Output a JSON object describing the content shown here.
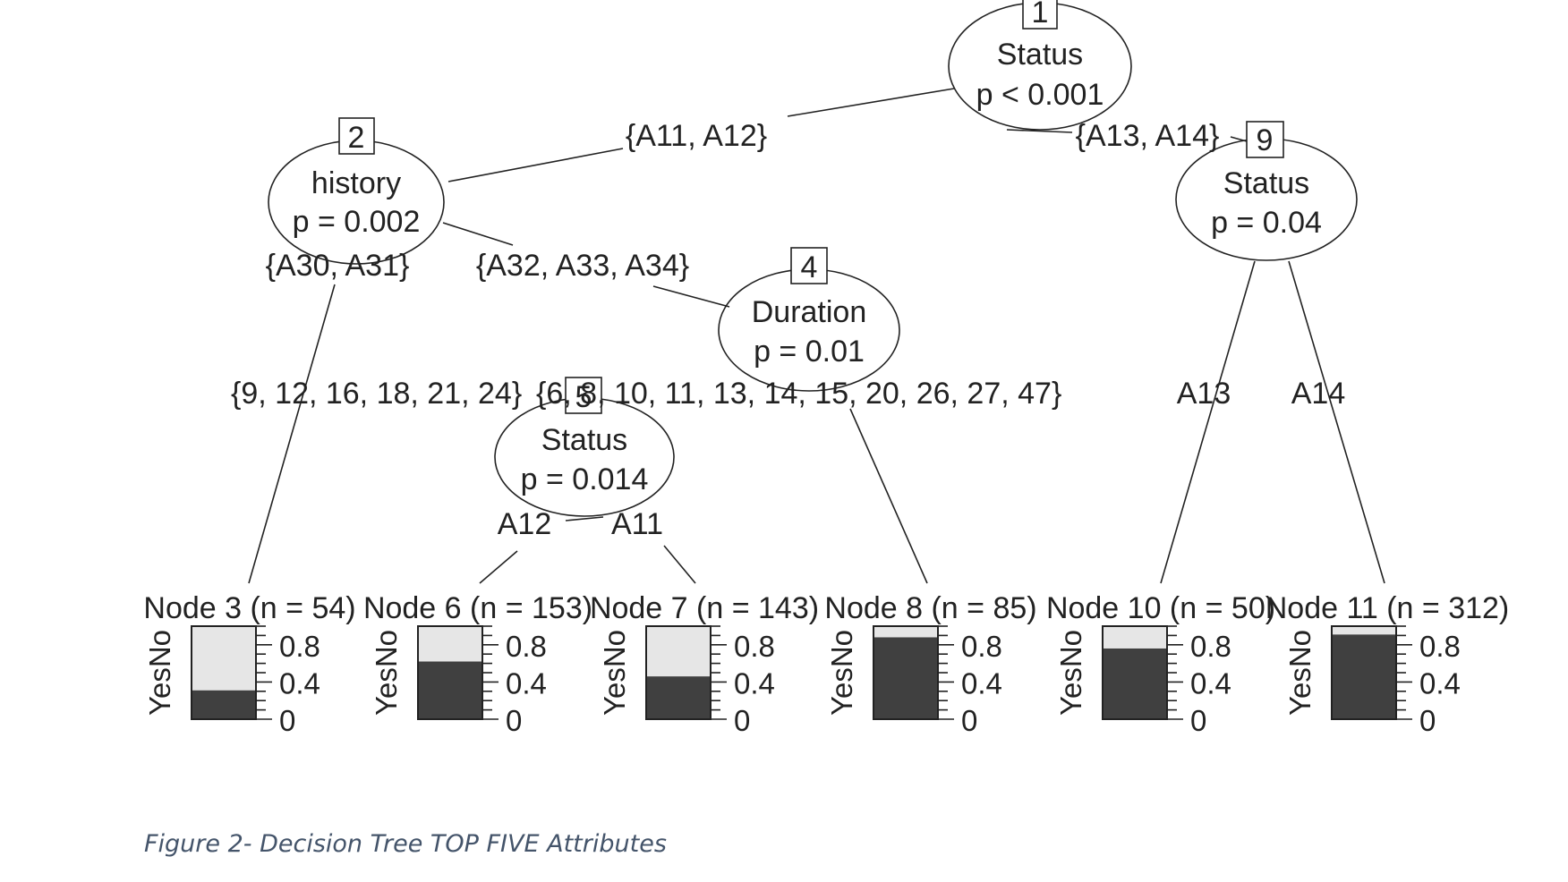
{
  "caption": "Figure 2- Decision Tree TOP FIVE Attributes",
  "colors": {
    "line": "#222222",
    "bar_no": "#e6e6e6",
    "bar_yes": "#404040",
    "caption": "#44546a"
  },
  "tree": {
    "inner_nodes": [
      {
        "id": "1",
        "variable": "Status",
        "pvalue": "p < 0.001"
      },
      {
        "id": "2",
        "variable": "history",
        "pvalue": "p = 0.002"
      },
      {
        "id": "4",
        "variable": "Duration",
        "pvalue": "p = 0.01"
      },
      {
        "id": "5",
        "variable": "Status",
        "pvalue": "p = 0.014"
      },
      {
        "id": "9",
        "variable": "Status",
        "pvalue": "p = 0.04"
      }
    ],
    "edges": [
      {
        "from": "1",
        "to": "2",
        "label": "{A11, A12}"
      },
      {
        "from": "1",
        "to": "9",
        "label": "{A13, A14}"
      },
      {
        "from": "2",
        "to": "3",
        "label": "{A30, A31}"
      },
      {
        "from": "2",
        "to": "4",
        "label": "{A32, A33, A34}"
      },
      {
        "from": "4",
        "to": "5",
        "label": "{9, 12, 16, 18, 21, 24}"
      },
      {
        "from": "4",
        "to": "8",
        "label": "{6, 8, 10, 11, 13, 14, 15, 20, 26, 27, 47}"
      },
      {
        "from": "5",
        "to": "6",
        "label": "A12"
      },
      {
        "from": "5",
        "to": "7",
        "label": "A11"
      },
      {
        "from": "9",
        "to": "10",
        "label": "A13"
      },
      {
        "from": "9",
        "to": "11",
        "label": "A14"
      }
    ],
    "terminal_axis": {
      "ylabel": "YesNo",
      "ticks": [
        "0",
        "0.4",
        "0.8"
      ]
    },
    "terminal_nodes": [
      {
        "id": "3",
        "label": "Node 3 (n = 54)",
        "yes_fraction": 0.31
      },
      {
        "id": "6",
        "label": "Node 6 (n = 153)",
        "yes_fraction": 0.62
      },
      {
        "id": "7",
        "label": "Node 7 (n = 143)",
        "yes_fraction": 0.46
      },
      {
        "id": "8",
        "label": "Node 8 (n = 85)",
        "yes_fraction": 0.88
      },
      {
        "id": "10",
        "label": "Node 10 (n = 50)",
        "yes_fraction": 0.76
      },
      {
        "id": "11",
        "label": "Node 11 (n = 312)",
        "yes_fraction": 0.91
      }
    ]
  }
}
